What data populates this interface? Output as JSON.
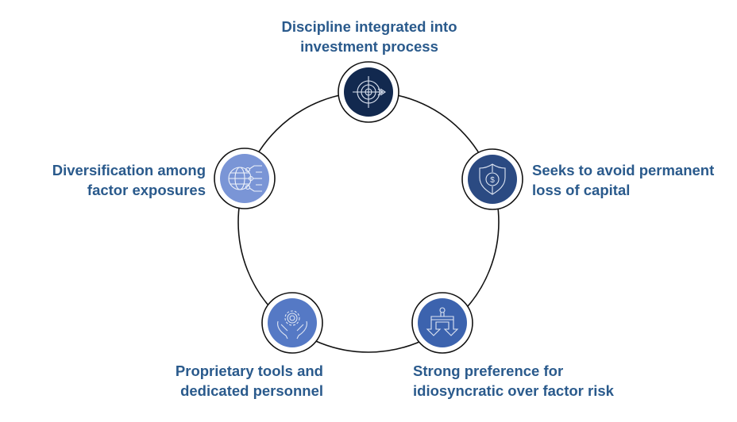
{
  "title": "Investment risk philosophy cycle",
  "colors": {
    "ring": "#000000",
    "text": "#2a5a8c",
    "icon_stroke": "#dfe6f3"
  },
  "nodes": [
    {
      "id": "discipline",
      "label_lines": [
        "Discipline integrated into",
        "investment process"
      ],
      "icon": "target-dart-icon",
      "fill": "#12294f"
    },
    {
      "id": "avoid-loss",
      "label_lines": [
        "Seeks to avoid permanent",
        "loss of capital"
      ],
      "icon": "shield-dollar-icon",
      "fill": "#2b4a82"
    },
    {
      "id": "idiosyncratic",
      "label_lines": [
        "Strong preference for",
        "idiosyncratic over factor risk"
      ],
      "icon": "split-arrows-icon",
      "fill": "#3c63ae"
    },
    {
      "id": "tools",
      "label_lines": [
        "Proprietary tools and",
        "dedicated personnel"
      ],
      "icon": "hands-gear-icon",
      "fill": "#5579c5"
    },
    {
      "id": "diversification",
      "label_lines": [
        "Diversification among",
        "factor exposures"
      ],
      "icon": "globe-network-icon",
      "fill": "#7a95d6"
    }
  ]
}
